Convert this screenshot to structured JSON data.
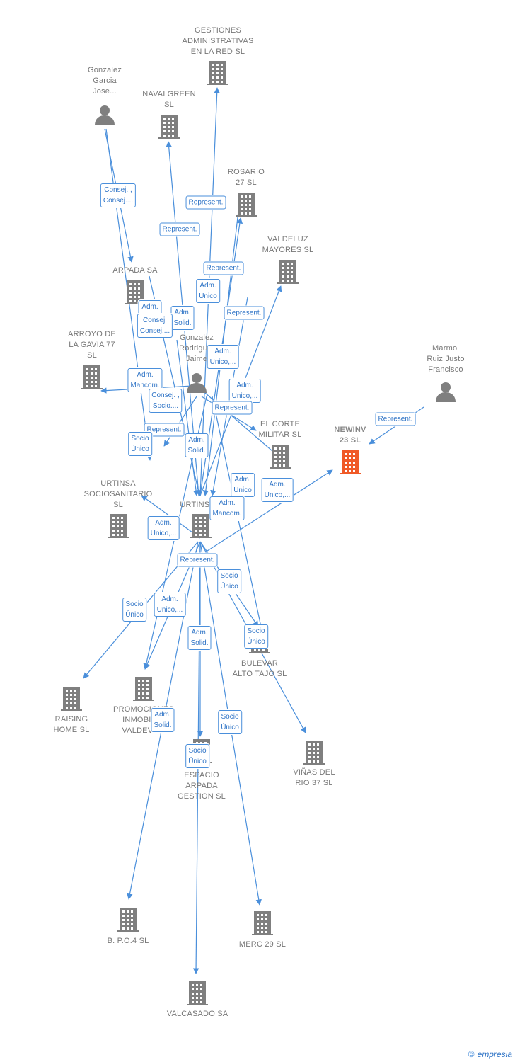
{
  "colors": {
    "edge": "#4a8fdb",
    "company": "#7f7f7f",
    "highlight": "#f05a28",
    "person": "#7f7f7f"
  },
  "nodes": [
    {
      "id": "gestiones",
      "type": "company",
      "label": "GESTIONES\nADMINISTRATIVAS\nEN LA RED SL"
    },
    {
      "id": "gonzalez_garcia",
      "type": "person",
      "label": "Gonzalez\nGarcia\nJose..."
    },
    {
      "id": "navalgreen",
      "type": "company",
      "label": "NAVALGREEN\nSL"
    },
    {
      "id": "rosario",
      "type": "company",
      "label": "ROSARIO\n27 SL"
    },
    {
      "id": "valdeluz",
      "type": "company",
      "label": "VALDELUZ\nMAYORES  SL"
    },
    {
      "id": "arpada",
      "type": "company",
      "label": "ARPADA SA"
    },
    {
      "id": "arroyo",
      "type": "company",
      "label": "ARROYO DE\nLA GAVIA 77\nSL"
    },
    {
      "id": "gonzalez_rodriguez",
      "type": "person",
      "label": "Gonzalez\nRodrigu...\nJaime"
    },
    {
      "id": "marmol",
      "type": "person",
      "label": "Marmol\nRuiz Justo\nFrancisco"
    },
    {
      "id": "newinv",
      "type": "company",
      "highlight": true,
      "label": "NEWINV\n23  SL"
    },
    {
      "id": "el_corte",
      "type": "company",
      "label": "EL CORTE\nMILITAR SL"
    },
    {
      "id": "urtinsa_socio",
      "type": "company",
      "label": "URTINSA\nSOCIOSANITARIO\nSL"
    },
    {
      "id": "urtinsa",
      "type": "company",
      "label": "URTINSA..."
    },
    {
      "id": "bulevar",
      "type": "company",
      "label": "BULEVAR\nALTO TAJO  SL"
    },
    {
      "id": "raising",
      "type": "company",
      "label": "RAISING\nHOME SL"
    },
    {
      "id": "promociones",
      "type": "company",
      "label": "PROMOCIONES\nINMOBILI...\nVALDEVE..."
    },
    {
      "id": "espacio",
      "type": "company",
      "label": "ESPACIO\nARPADA\nGESTION SL"
    },
    {
      "id": "vinas",
      "type": "company",
      "label": "VIÑAS DEL\nRIO 37  SL"
    },
    {
      "id": "bpo4",
      "type": "company",
      "label": "B. P.O.4 SL"
    },
    {
      "id": "merc29",
      "type": "company",
      "label": "MERC 29  SL"
    },
    {
      "id": "valcasado",
      "type": "company",
      "label": "VALCASADO SA"
    }
  ],
  "edge_labels": [
    {
      "id": "e1",
      "text": "Consej. ,\nConsej...."
    },
    {
      "id": "e2",
      "text": "Represent."
    },
    {
      "id": "e3",
      "text": "Represent."
    },
    {
      "id": "e4",
      "text": "Represent."
    },
    {
      "id": "e5",
      "text": "Adm.\nUnico"
    },
    {
      "id": "e6",
      "text": "Represent."
    },
    {
      "id": "e7",
      "text": "Adm.\nSolid."
    },
    {
      "id": "e8",
      "text": "Adm.\nSolid."
    },
    {
      "id": "e9",
      "text": "Consej.\nConsej...."
    },
    {
      "id": "e10",
      "text": "Adm.\nUnico,..."
    },
    {
      "id": "e11",
      "text": "Adm.\nMancom."
    },
    {
      "id": "e12",
      "text": "Adm.\nUnico,..."
    },
    {
      "id": "e13",
      "text": "Consej. ,\nSocio...."
    },
    {
      "id": "e14",
      "text": "Represent."
    },
    {
      "id": "e15",
      "text": "Represent."
    },
    {
      "id": "e16",
      "text": "Represent."
    },
    {
      "id": "e17",
      "text": "Socio\nÚnico"
    },
    {
      "id": "e18",
      "text": "Adm.\nSolid."
    },
    {
      "id": "e19",
      "text": "Adm.\nUnico"
    },
    {
      "id": "e20",
      "text": "Adm.\nUnico,..."
    },
    {
      "id": "e21",
      "text": "Adm.\nMancom."
    },
    {
      "id": "e22",
      "text": "Adm.\nUnico,..."
    },
    {
      "id": "e23",
      "text": "Represent."
    },
    {
      "id": "e24",
      "text": "Socio\nÚnico"
    },
    {
      "id": "e25",
      "text": "Socio\nÚnico"
    },
    {
      "id": "e26",
      "text": "Adm.\nUnico,..."
    },
    {
      "id": "e27",
      "text": "Adm.\nSolid."
    },
    {
      "id": "e28",
      "text": "Socio\nÚnico"
    },
    {
      "id": "e29",
      "text": "Adm.\nSolid."
    },
    {
      "id": "e30",
      "text": "Socio\nÚnico"
    },
    {
      "id": "e31",
      "text": "Socio\nÚnico"
    }
  ],
  "footer": {
    "copyright": "©",
    "brand": "empresia"
  }
}
